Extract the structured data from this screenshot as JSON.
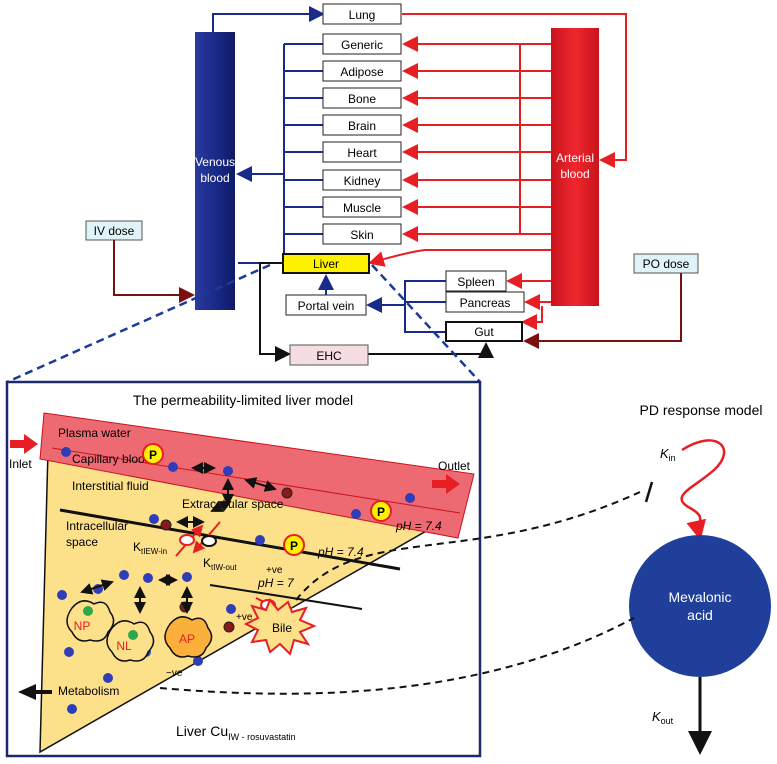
{
  "pbpk": {
    "organs": [
      "Lung",
      "Generic",
      "Adipose",
      "Bone",
      "Brain",
      "Heart",
      "Kidney",
      "Muscle",
      "Skin"
    ],
    "liver": "Liver",
    "gi_organs": [
      "Spleen",
      "Pancreas",
      "Gut"
    ],
    "portal_vein": "Portal vein",
    "ehc": "EHC",
    "iv_dose": "IV dose",
    "po_dose": "PO dose",
    "venous": [
      "Venous",
      "blood"
    ],
    "arterial": [
      "Arterial",
      "blood"
    ]
  },
  "liver_model": {
    "title": "The permeability-limited liver model",
    "inlet": "Inlet",
    "outlet": "Outlet",
    "plasma_water": "Plasma water",
    "capillary_blood": "Capillary blood",
    "interstitial_fluid": "Interstitial fluid",
    "extracellular_space": "Extracellular space",
    "intracellular_space": [
      "Intracellular",
      "space"
    ],
    "k_in": {
      "base": "K",
      "sub": "tIEW-in"
    },
    "k_out": {
      "base": "K",
      "sub": "tIW-out"
    },
    "ph_plasma": "pH = 7.4",
    "ph_interstitial": "pH = 7.4",
    "ph_intracellular": "pH = 7",
    "protein": "P",
    "np": "NP",
    "nl": "NL",
    "ap": "AP",
    "pos_charge_1": "+ve",
    "pos_charge_2": "+ve",
    "neg_charge": "−ve",
    "bile": "Bile",
    "metabolism": "Metabolism",
    "caption": {
      "base": "Liver Cu",
      "sub": "IW - rosuvastatin"
    }
  },
  "pd_model": {
    "title": "PD response model",
    "kin": {
      "base": "K",
      "sub": "in"
    },
    "kout": {
      "base": "K",
      "sub": "out"
    },
    "compartment": [
      "Mevalonic",
      "acid"
    ]
  },
  "colors": {
    "venous": "#1a2a8a",
    "arterial": "#e81e25",
    "liver_fill": "#fff200",
    "ehc_fill": "#f6dde2",
    "dose_fill": "#dff3f8",
    "plasma_band": "#ee6a72",
    "tissue": "#fde08a",
    "molecule": "#2f3db8",
    "mevalonic": "#1f3f9a"
  }
}
